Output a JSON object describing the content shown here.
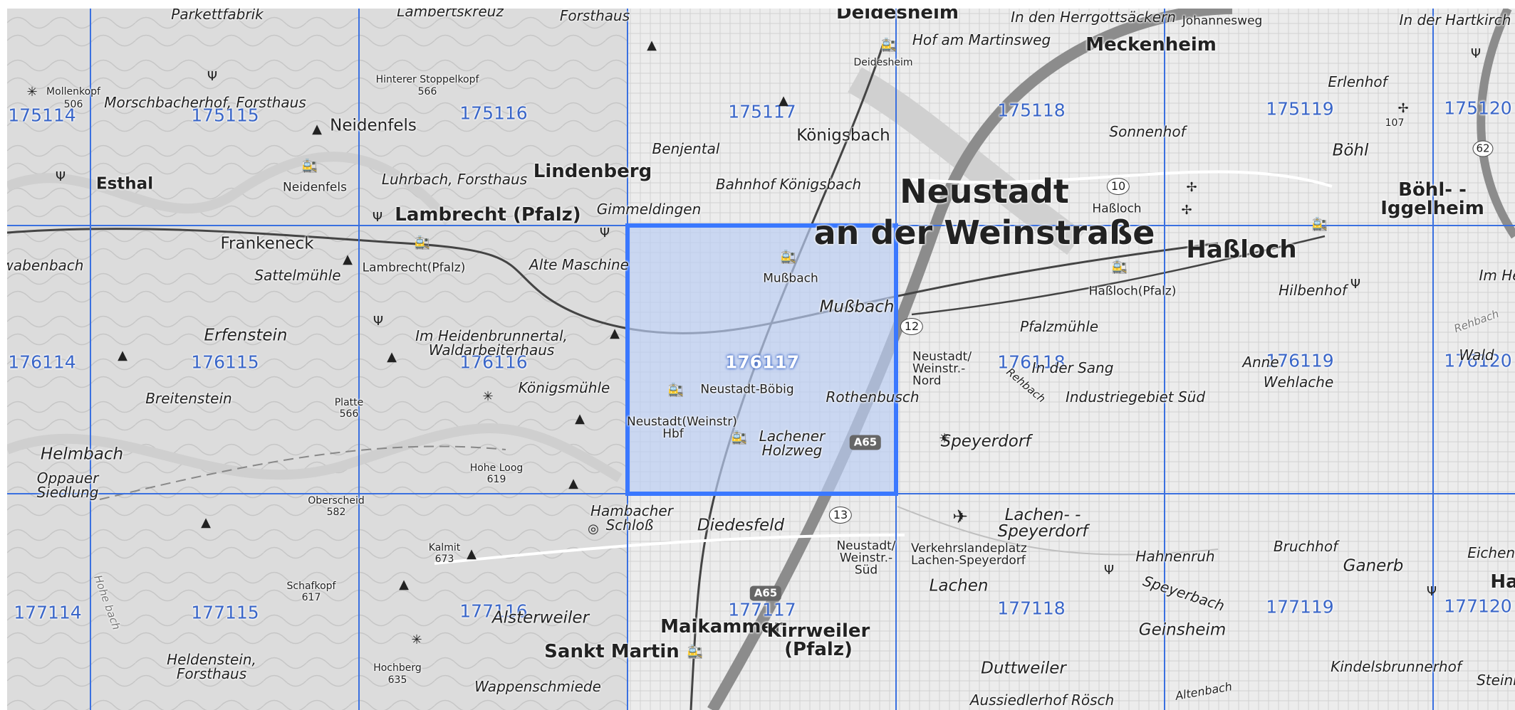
{
  "colors": {
    "grid": "#3a70e0",
    "selection_fill": "#b9cdf3",
    "selection_border": "#3a78ff",
    "motorway": "#8c8c8c"
  },
  "tiles": [
    "175114",
    "175115",
    "175116",
    "175117",
    "175118",
    "175119",
    "175120",
    "176114",
    "176115",
    "176116",
    "176117",
    "176118",
    "176119",
    "176120",
    "177114",
    "177115",
    "177116",
    "177117",
    "177118",
    "177119",
    "177120"
  ],
  "selected_tile": "176117",
  "places": {
    "deidesheim": "Deidesheim",
    "deidesheim_station": "Deidesheim",
    "meckenheim": "Meckenheim",
    "in_den_herrgottsaeckern": "In den Herrgottsäckern",
    "johanneseweg": "Johannesweg",
    "in_der_hartkirch": "In der Hartkirch",
    "hof_am_martinsweg": "Hof am Martinsweg",
    "parkettfabrik": "Parkettfabrik",
    "lambertskreuz": "Lambertskreuz",
    "forsthaus_top": "Forsthaus",
    "mollenkopf": "Mollenkopf",
    "mollenkopf_ele": "506",
    "morschbacherhof": "Morschbacherhof, Forsthaus",
    "hinterer_stoppelkopf": "Hinterer Stoppelkopf",
    "hinterer_stoppelkopf_ele": "566",
    "neidenfels": "Neidenfels",
    "neidenfels_station": "Neidenfels",
    "esthal": "Esthal",
    "luhrbach": "Luhrbach, Forsthaus",
    "lambrecht": "Lambrecht (Pfalz)",
    "lambrecht_station": "Lambrecht(Pfalz)",
    "lindenberg": "Lindenberg",
    "gimmeldingen": "Gimmeldingen",
    "benjental": "Benjental",
    "koenigsbach": "Königsbach",
    "bahnhof_koenigsbach": "Bahnhof Königsbach",
    "erlenhof": "Erlenhof",
    "sonnenhof": "Sonnenhof",
    "boehl": "Böhl",
    "boehl_iggelheim": "Böhl- -Iggelheim",
    "ele_107": "107",
    "route_62": "62",
    "neustadt_line1": "Neustadt",
    "neustadt_line2": "an der Weinstraße",
    "hassloch_small": "Haßloch",
    "route_10": "10",
    "hassloch": "Haßloch",
    "hassloch_station": "Haßloch(Pfalz)",
    "frankeneck": "Frankeneck",
    "wabenbach": "wabenbach",
    "sattelmuehle": "Sattelmühle",
    "alte_maschine": "Alte Maschine",
    "mussbach_station": "Mußbach",
    "mussbach": "Mußbach",
    "route_12": "12",
    "pfalzmuehle": "Pfalzmühle",
    "hilbenhof": "Hilbenhof",
    "im_he": "Im He",
    "erfenstein": "Erfenstein",
    "im_heidenbrunnertal": "Im Heidenbrunnertal, Waldarbeiterhaus",
    "neustadt_boebig": "Neustadt-Böbig",
    "neustadt_weinstr_nord": "Neustadt/ Weinstr.-Nord",
    "in_der_sang": "In der Sang",
    "annel": "Anne",
    "wehlache": "Wehlache",
    "waldsee": "Wald",
    "breitenstein": "Breitenstein",
    "platte": "Platte",
    "platte_ele": "566",
    "koenigsmuehle": "Königsmühle",
    "rothenbusch": "Rothenbusch",
    "industriegebiet_sued": "Industriegebiet Süd",
    "neustadt_hbf": "Neustadt(Weinstr) Hbf",
    "lachener_holzweg": "Lachener Holzweg",
    "a65": "A65",
    "speyerdorf": "Speyerdorf",
    "helmbach": "Helmbach",
    "oppauer_siedlung": "Oppauer Siedlung",
    "hohe_loog": "Hohe Loog",
    "hohe_loog_ele": "619",
    "oberscheid": "Oberscheid",
    "oberscheid_ele": "582",
    "hambacher_schloss": "Hambacher Schloß",
    "diedesfeld": "Diedesfeld",
    "route_13": "13",
    "lachen_speyerdorf": "Lachen- -Speyerdorf",
    "kalmit": "Kalmit",
    "kalmit_ele": "673",
    "neustadt_weinstr_sued": "Neustadt/ Weinstr.-Süd",
    "verkehrslandeplatz": "Verkehrslandeplatz Lachen-Speyerdorf",
    "hahnenruh": "Hahnenruh",
    "bruchhof": "Bruchhof",
    "ganerb": "Ganerb",
    "eichenh": "Eichenh",
    "schafkopf": "Schafkopf",
    "schafkopf_ele": "617",
    "a65_south": "A65",
    "lachen": "Lachen",
    "speyerbach": "Speyerbach",
    "ha": "Ha",
    "maikammer": "Maikammer",
    "kirrweiler": "Kirrweiler (Pfalz)",
    "alsterweiler": "Alsterweiler",
    "geinsheim": "Geinsheim",
    "heldenstein": "Heldenstein, Forsthaus",
    "hochberg": "Hochberg",
    "hochberg_ele": "635",
    "sankt_martin": "Sankt Martin",
    "wappenschmiede": "Wappenschmiede",
    "duttweiler": "Duttweiler",
    "kindelsbrunnerhof": "Kindelsbrunnerhof",
    "steinb": "Steinb",
    "aussiedlerhof_roesch": "Aussiedlerhof Rösch",
    "altenbach": "Altenbach",
    "rehbach": "Rehbach",
    "hohe_bach": "Hohe bach"
  },
  "icons": [
    "rail-station-icon",
    "peak-icon",
    "mast-icon",
    "windmill-icon",
    "airport-icon",
    "viewpoint-icon",
    "castle-icon",
    "route-shield-icon"
  ]
}
